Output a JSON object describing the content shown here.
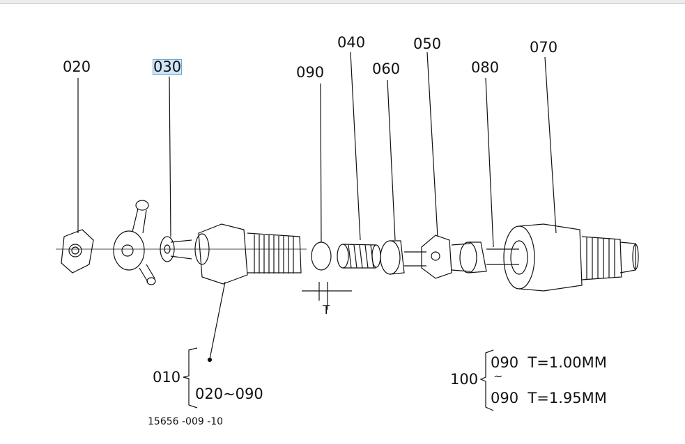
{
  "callouts": {
    "c020": "020",
    "c030": "030",
    "c090": "090",
    "c040": "040",
    "c060": "060",
    "c050": "050",
    "c080": "080",
    "c070": "070"
  },
  "thickness_label": "T",
  "assembly": {
    "number": "010",
    "range": "020~090"
  },
  "shim_kit": {
    "number": "100",
    "first": "090  T=1.00MM",
    "tilde": "~",
    "last": "090  T=1.95MM"
  },
  "drawing_number": "15656 -009 -10",
  "selected_callout": "030"
}
